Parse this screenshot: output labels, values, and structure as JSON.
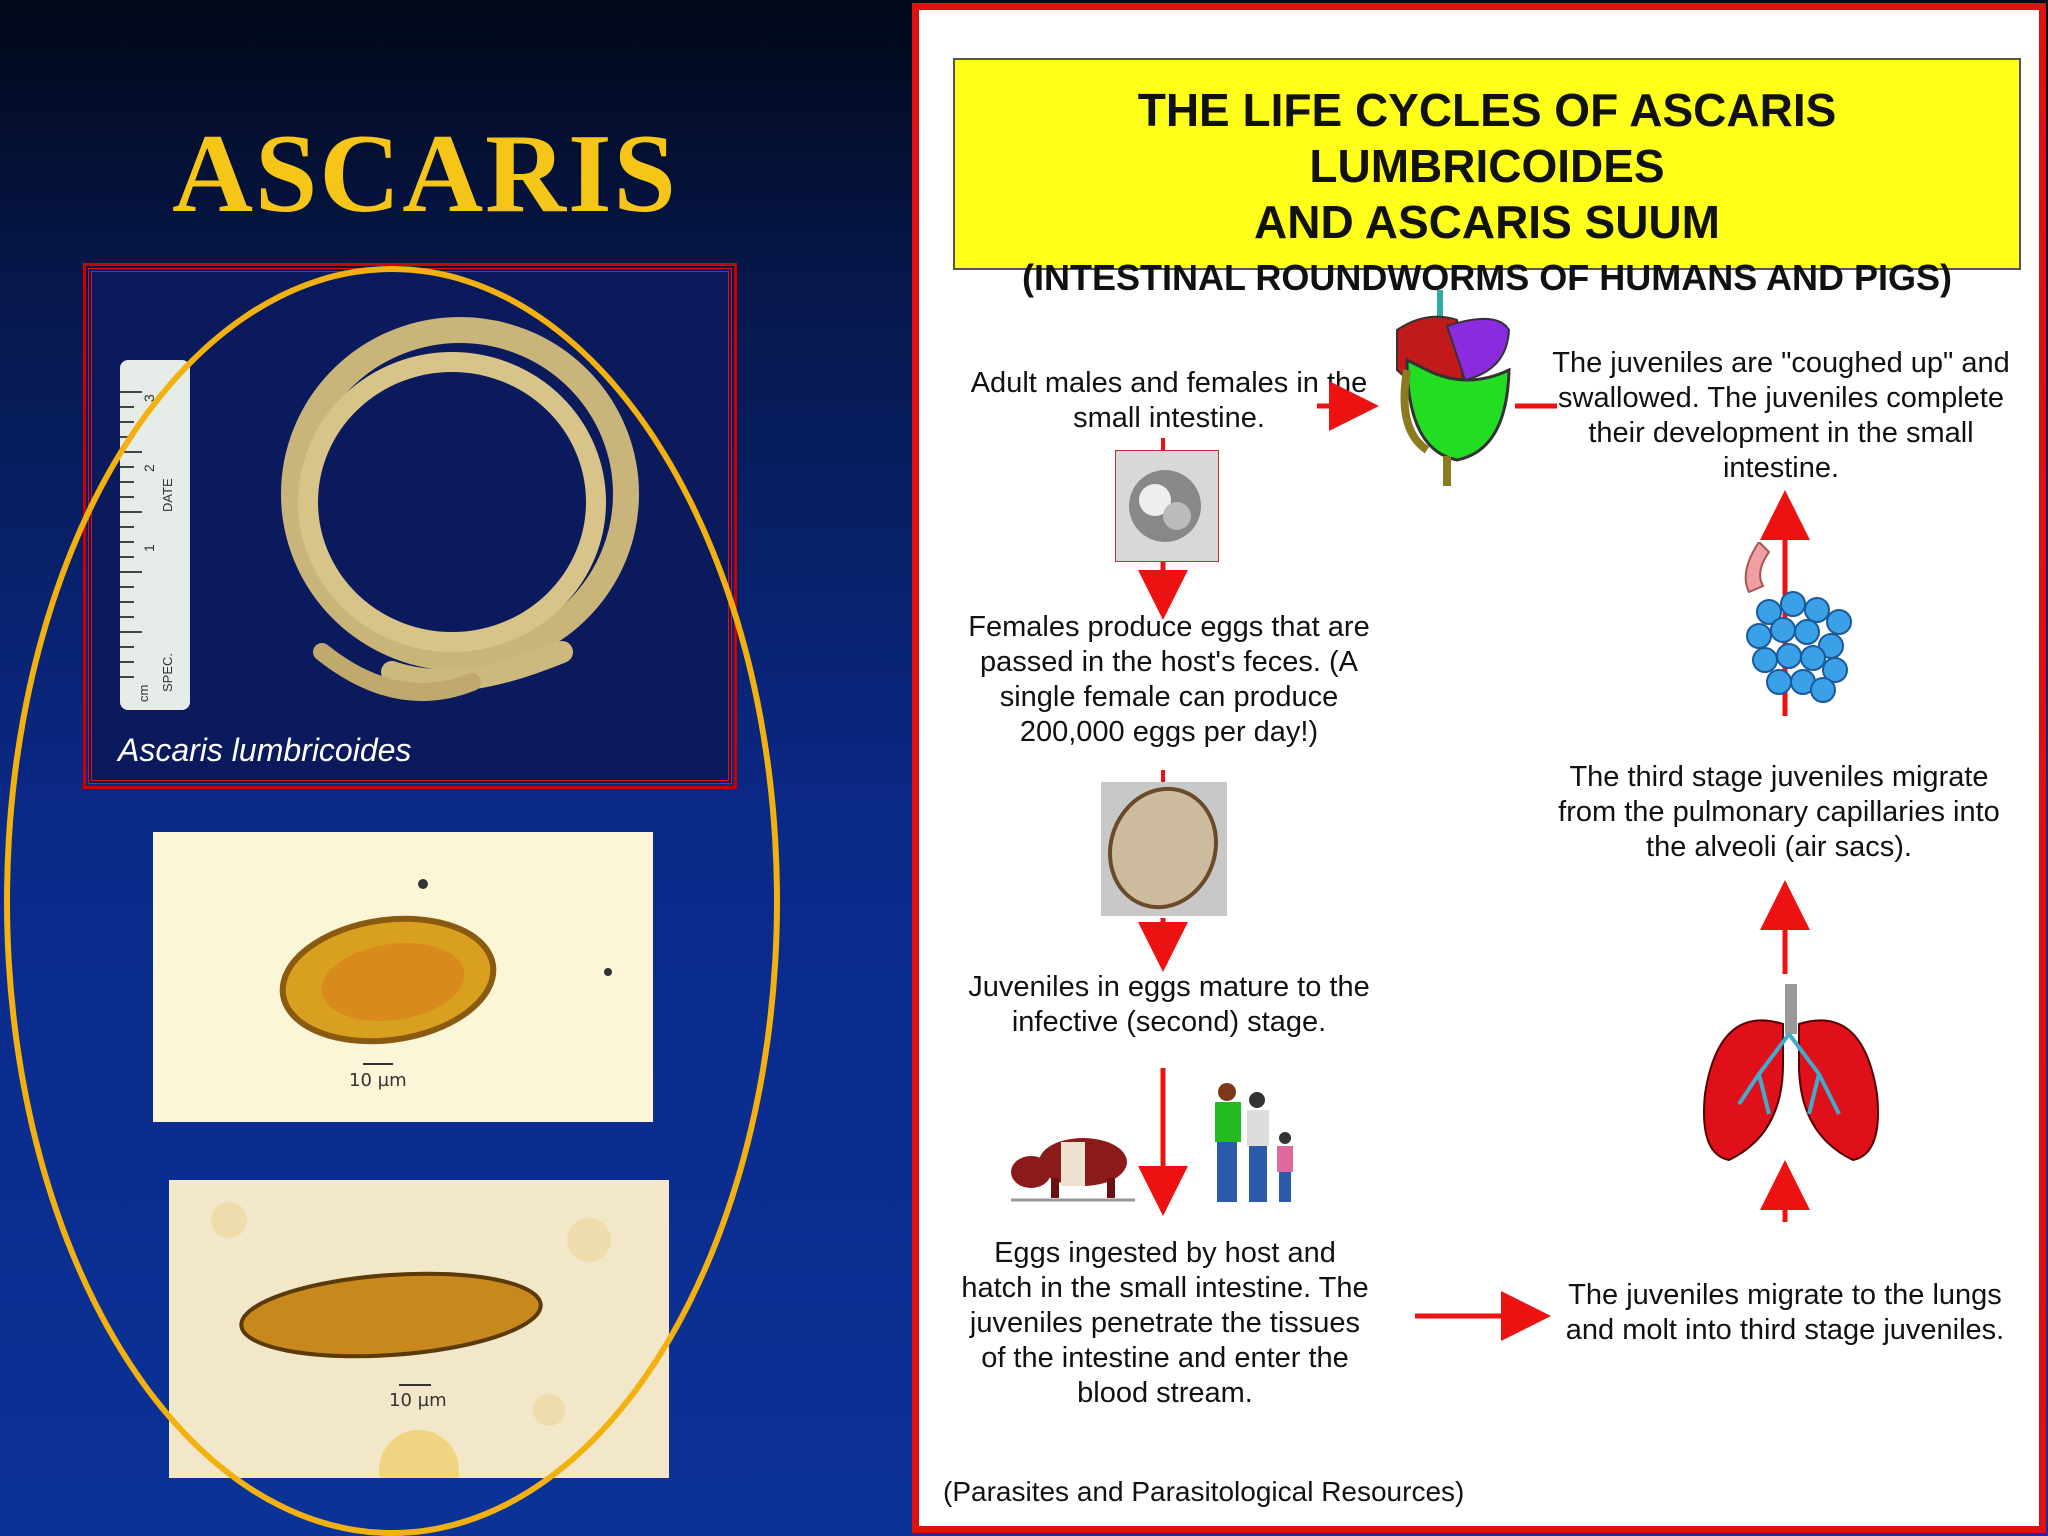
{
  "left": {
    "title": "ASCARIS",
    "worm_caption": "Ascaris lumbricoides",
    "ruler_labels": [
      "cm",
      "SPEC.",
      "DATE",
      "1",
      "2",
      "3"
    ],
    "egg_scale_1": "10 µm",
    "egg_scale_2": "10 µm"
  },
  "diagram": {
    "title_line1": "THE LIFE CYCLES OF ASCARIS LUMBRICOIDES",
    "title_line2": "AND ASCARIS SUUM",
    "title_line3": "(INTESTINAL ROUNDWORMS OF HUMANS AND PIGS)",
    "steps": {
      "adults": "Adult males and females in the small intestine.",
      "eggs_passed": "Females produce eggs that are passed in the host's feces. (A single female can produce 200,000 eggs per day!)",
      "mature": "Juveniles in eggs mature to the infective (second) stage.",
      "ingested": "Eggs ingested by host and hatch in the small intestine. The juveniles penetrate the tissues of the intestine and enter the blood stream.",
      "lungs": "The juveniles migrate to the lungs and molt into third stage juveniles.",
      "alveoli": "The third stage juveniles migrate from the pulmonary capillaries into the alveoli (air sacs).",
      "coughed": "The juveniles are \"coughed up\" and swallowed. The juveniles complete their development in the small intestine."
    },
    "source": "(Parasites and Parasitological Resources)",
    "colors": {
      "arrow": "#ee1111",
      "title_bg": "#ffff1a",
      "frame": "#e01010"
    }
  }
}
